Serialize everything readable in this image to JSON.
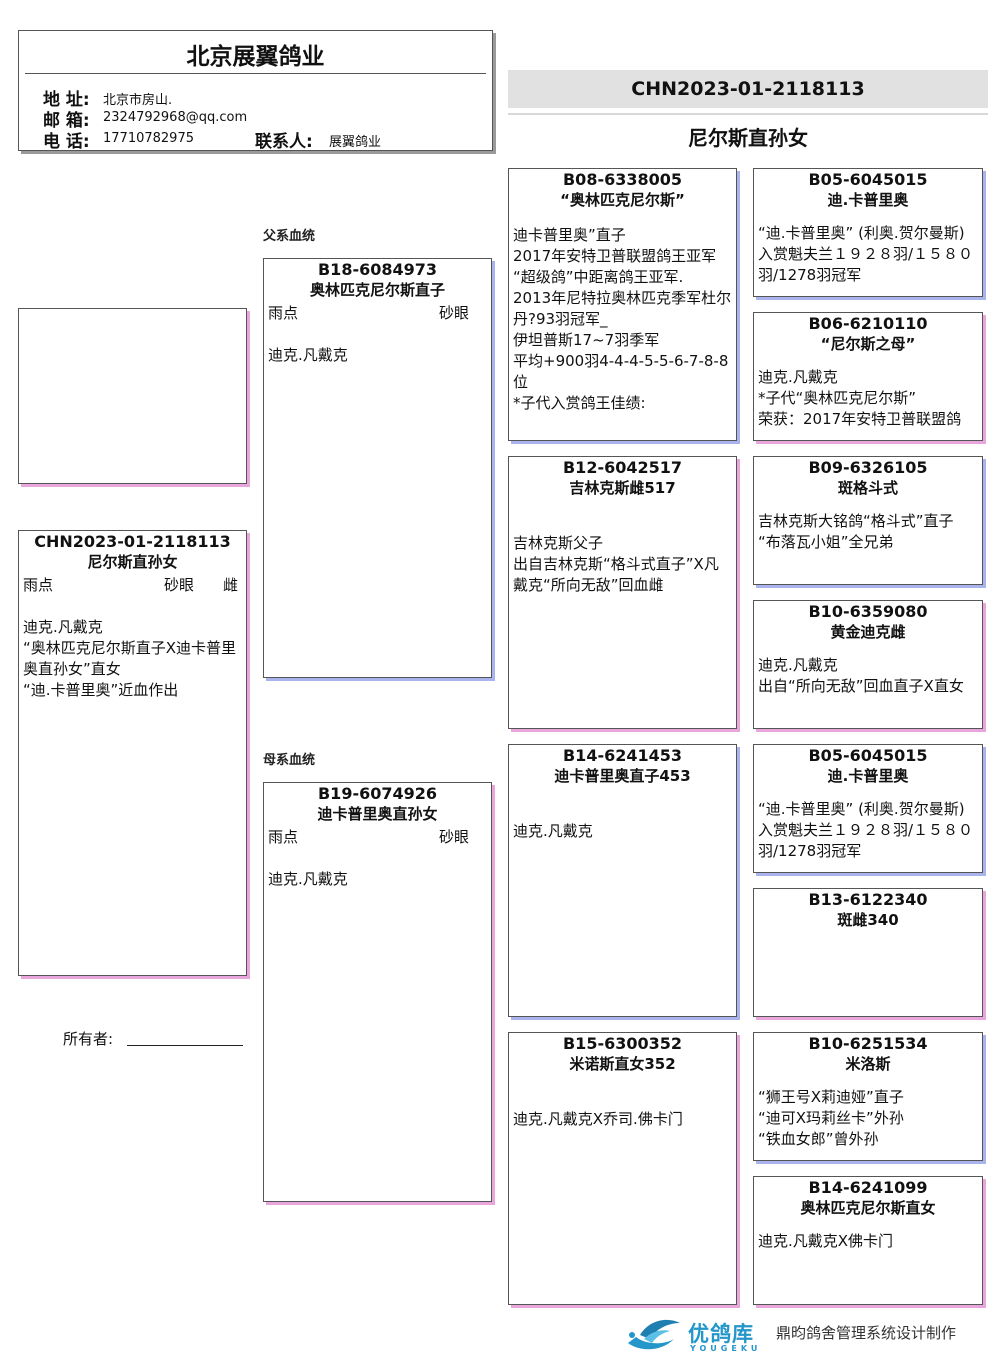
{
  "header": {
    "title": "北京展翼鸽业",
    "address_label": "地 址:",
    "address": "北京市房山.",
    "email_label": "邮 箱:",
    "email": "2324792968@qq.com",
    "phone_label": "电 话:",
    "phone": "17710782975",
    "contact_label": "联系人:",
    "contact": "展翼鸽业"
  },
  "bird": {
    "ring": "CHN2023-01-2118113",
    "name": "尼尔斯直孙女"
  },
  "subject": {
    "ring": "CHN2023-01-2118113",
    "name": "尼尔斯直孙女",
    "attr_left": "雨点",
    "attr_mid": "砂眼",
    "attr_right": "雌",
    "desc": "迪克.凡戴克\n“奥林匹克尼尔斯直子X迪卡普里奥直孙女”直女\n“迪.卡普里奥”近血作出"
  },
  "sections": {
    "sire_label": "父系血统",
    "dam_label": "母系血统"
  },
  "owner": {
    "label": "所有者:"
  },
  "sire": {
    "ring": "B18-6084973",
    "name": "奥林匹克尼尔斯直子",
    "attr_left": "雨点",
    "attr_right": "砂眼",
    "desc": "迪克.凡戴克"
  },
  "dam": {
    "ring": "B19-6074926",
    "name": "迪卡普里奥直孙女",
    "attr_left": "雨点",
    "attr_right": "砂眼",
    "desc": "迪克.凡戴克"
  },
  "ss": {
    "ring": "B08-6338005",
    "name": "“奥林匹克尼尔斯”",
    "desc": "迪卡普里奥”直子\n2017年安特卫普联盟鸽王亚军\n“超级鸽”中距离鸽王亚军.\n2013年尼特拉奥林匹克季军杜尔丹?93羽冠军_\n伊坦普斯17~7羽季军\n平均+900羽4-4-4-5-5-6-7-8-8位\n*子代入赏鸽王佳绩:"
  },
  "sd": {
    "ring": "B12-6042517",
    "name": "吉林克斯雌517",
    "desc": "吉林克斯父子\n出自吉林克斯“格斗式直子”X凡戴克“所向无敌”回血雌"
  },
  "ds": {
    "ring": "B14-6241453",
    "name": "迪卡普里奥直子453",
    "desc": "迪克.凡戴克"
  },
  "dd": {
    "ring": "B15-6300352",
    "name": "米诺斯直女352",
    "desc": "迪克.凡戴克X乔司.佛卡门"
  },
  "sss": {
    "ring": "B05-6045015",
    "name": "迪.卡普里奥",
    "desc": "“迪.卡普里奥” (利奥.贺尔曼斯) 入赏魁夫兰１９２８羽/１５８０羽/1278羽冠军"
  },
  "ssd": {
    "ring": "B06-6210110",
    "name": "“尼尔斯之母”",
    "desc": "迪克.凡戴克\n*子代“奥林匹克尼尔斯”\n荣获：2017年安特卫普联盟鸽"
  },
  "sds": {
    "ring": "B09-6326105",
    "name": "斑格斗式",
    "desc": "吉林克斯大铭鸽“格斗式”直子\n“布落瓦小姐”全兄弟"
  },
  "sdd": {
    "ring": "B10-6359080",
    "name": "黄金迪克雌",
    "desc": "迪克.凡戴克\n出自“所向无敌”回血直子X直女"
  },
  "dss": {
    "ring": "B05-6045015",
    "name": "迪.卡普里奥",
    "desc": "“迪.卡普里奥” (利奥.贺尔曼斯) 入赏魁夫兰１９２８羽/１５８０羽/1278羽冠军"
  },
  "dsd": {
    "ring": "B13-6122340",
    "name": "斑雌340",
    "desc": ""
  },
  "dds": {
    "ring": "B10-6251534",
    "name": "米洛斯",
    "desc": "“狮王号X莉迪娅”直子\n“迪可X玛莉丝卡”外孙\n“铁血女郎”曾外孙"
  },
  "ddd": {
    "ring": "B14-6241099",
    "name": "奥林匹克尼尔斯直女",
    "desc": "迪克.凡戴克X佛卡门"
  },
  "footer": {
    "brand": "优鸽库",
    "brand_sub": "YOUGEKU",
    "note": "鼎昀鸽舍管理系统设计制作"
  }
}
